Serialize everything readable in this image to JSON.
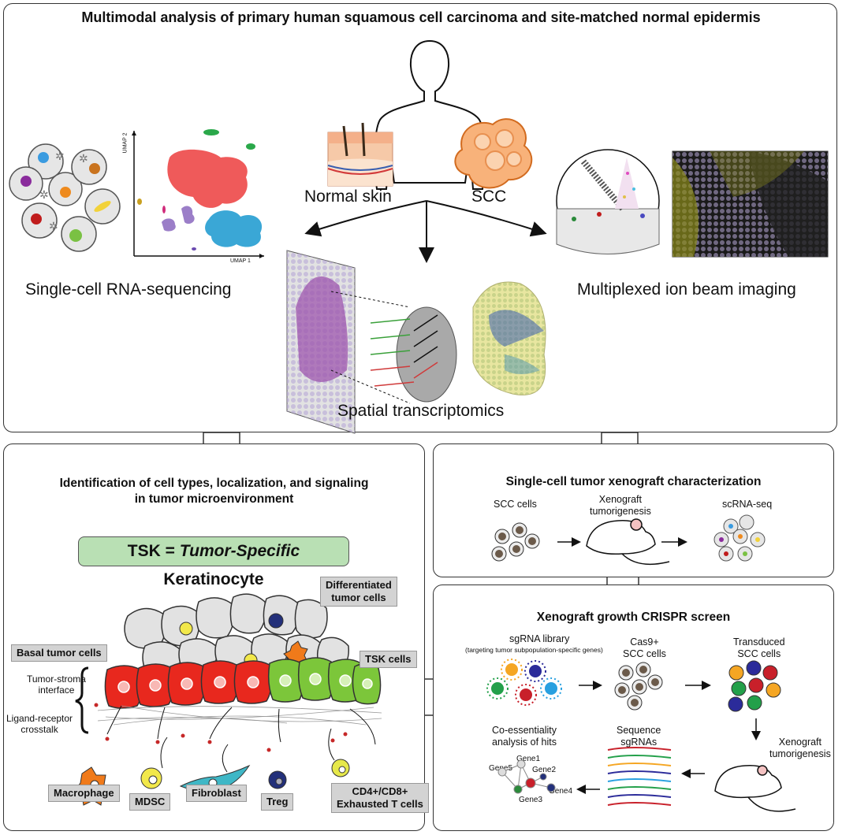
{
  "top": {
    "title": "Multimodal analysis of primary human squamous cell carcinoma and site-matched normal epidermis",
    "normal_skin": "Normal skin",
    "scc": "SCC",
    "scrnaseq": "Single-cell RNA-sequencing",
    "mibi": "Multiplexed ion beam imaging",
    "spatial": "Spatial transcriptomics",
    "umap_x": "UMAP 1",
    "umap_y": "UMAP 2"
  },
  "left": {
    "title_line1": "Identification of cell types, localization, and signaling",
    "title_line2": "in tumor microenvironment",
    "tsk_prefix": "TSK = ",
    "tsk_italic": "Tumor-Specific",
    "tsk_suffix": " Keratinocyte",
    "differentiated_line1": "Differentiated",
    "differentiated_line2": "tumor cells",
    "basal": "Basal tumor cells",
    "tsk_cells": "TSK cells",
    "interface_line1": "Tumor-stroma",
    "interface_line2": "interface",
    "ligand_line1": "Ligand-receptor",
    "ligand_line2": "crosstalk",
    "macrophage": "Macrophage",
    "mdsc": "MDSC",
    "fibroblast": "Fibroblast",
    "treg": "Treg",
    "tcells_line1": "CD4+/CD8+",
    "tcells_line2": "Exhausted T cells"
  },
  "right_top": {
    "title": "Single-cell tumor xenograft characterization",
    "scc_cells": "SCC cells",
    "xeno_line1": "Xenograft",
    "xeno_line2": "tumorigenesis",
    "scrnaseq": "scRNA-seq"
  },
  "right_bottom": {
    "title": "Xenograft growth CRISPR screen",
    "sgrna": "sgRNA library",
    "sgrna_sub": "(targeting tumor subpopulation-specific genes)",
    "cas9_line1": "Cas9+",
    "cas9_line2": "SCC cells",
    "trans_line1": "Transduced",
    "trans_line2": "SCC cells",
    "xeno_line1": "Xenograft",
    "xeno_line2": "tumorigenesis",
    "seq_line1": "Sequence",
    "seq_line2": "sgRNAs",
    "coess_line1": "Co-essentiality",
    "coess_line2": "analysis of hits",
    "gene1": "Gene1",
    "gene2": "Gene2",
    "gene3": "Gene3",
    "gene4": "Gene4",
    "gene5": "Gene5"
  },
  "colors": {
    "basal_red": "#e8281e",
    "tsk_green": "#7cc63a",
    "tsk_box": "#b9e0b4",
    "tag_gray": "#d3d3d3",
    "cluster_red": "#ef5a5a",
    "cluster_blue": "#3aa7d6"
  }
}
